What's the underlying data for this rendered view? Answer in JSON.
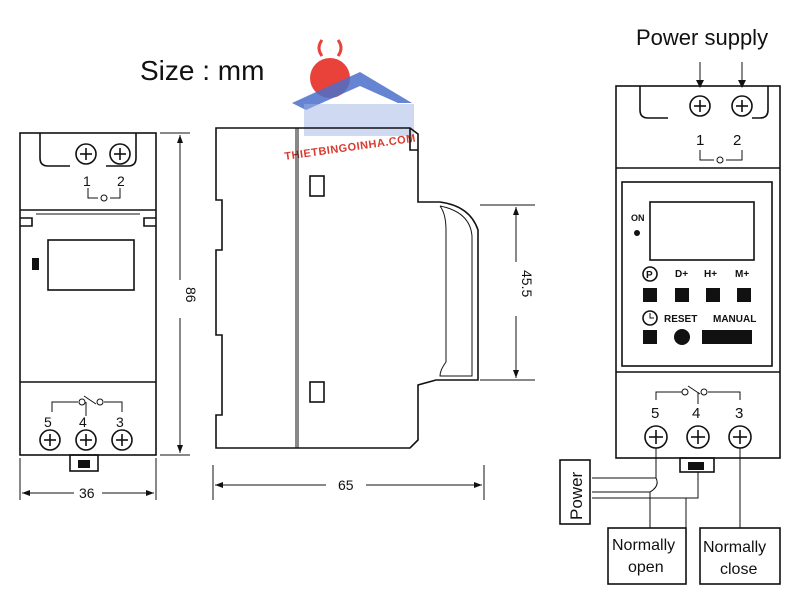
{
  "title": "Size :  mm",
  "watermark": {
    "text": "THIETBINGOINHA.COM",
    "colors": {
      "house": "#4a6fc9",
      "sun": "#e8423a",
      "text": "#d93a2f"
    }
  },
  "front_view": {
    "terminals_top": [
      "1",
      "2"
    ],
    "terminals_bottom": [
      "5",
      "4",
      "3"
    ],
    "dimensions": {
      "width": "36",
      "height": "86"
    }
  },
  "side_view": {
    "dimensions": {
      "depth": "65",
      "rail": "45.5"
    }
  },
  "wiring_view": {
    "power_supply_label": "Power supply",
    "terminals_top": [
      "1",
      "2"
    ],
    "terminals_bottom": [
      "5",
      "4",
      "3"
    ],
    "on_label": "ON",
    "buttons_row1": [
      "D+",
      "H+",
      "M+"
    ],
    "buttons_row2": [
      "RESET",
      "MANUAL"
    ],
    "power_box": "Power",
    "normally_open": [
      "Normally",
      "open"
    ],
    "normally_close": [
      "Normally",
      "close"
    ]
  }
}
